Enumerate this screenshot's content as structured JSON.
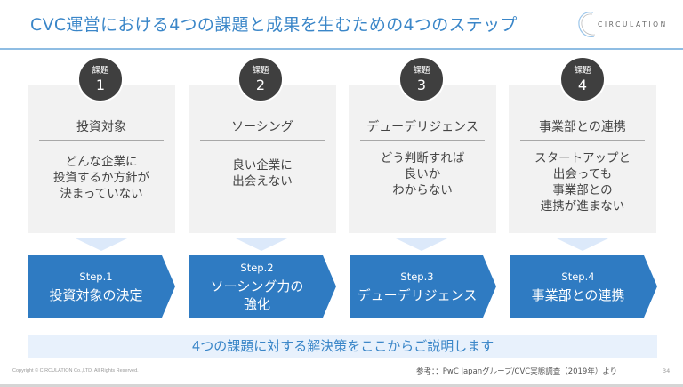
{
  "header": {
    "title": "CVC運営における4つの課題と成果を生むための4つのステップ",
    "logo_text": "CIRCULATION",
    "logo_icon": "circulation-logo-icon"
  },
  "colors": {
    "title_blue": "#3a86c8",
    "step_blue": "#2f7bc2",
    "badge_dark": "#3f3f3f",
    "card_gray": "#f2f2f2",
    "banner_bg": "#e8f1fc",
    "arrow_light": "#dce9fa"
  },
  "issues": [
    {
      "badge_label": "課題",
      "number": "1",
      "title": "投資対象",
      "description": "どんな企業に\n投資するか方針が\n決まっていない"
    },
    {
      "badge_label": "課題",
      "number": "2",
      "title": "ソーシング",
      "description": "良い企業に\n出会えない"
    },
    {
      "badge_label": "課題",
      "number": "3",
      "title": "デューデリジェンス",
      "description": "どう判断すれば\n良いか\nわからない"
    },
    {
      "badge_label": "課題",
      "number": "4",
      "title": "事業部との連携",
      "description": "スタートアップと\n出会っても\n事業部との\n連携が進まない"
    }
  ],
  "steps": [
    {
      "label": "Step.1",
      "title": "投資対象の決定"
    },
    {
      "label": "Step.2",
      "title": "ソーシング力の\n強化"
    },
    {
      "label": "Step.3",
      "title": "デューデリジェンス"
    },
    {
      "label": "Step.4",
      "title": "事業部との連携"
    }
  ],
  "banner": {
    "text": "4つの課題に対する解決策をここからご説明します"
  },
  "footer": {
    "copyright": "Copyright © CIRCULATION Co.,LTD. All Rights Reserved.",
    "source": "参考：：PwC Japanグループ/CVC実態調査（2019年）より",
    "page_number": "34"
  }
}
